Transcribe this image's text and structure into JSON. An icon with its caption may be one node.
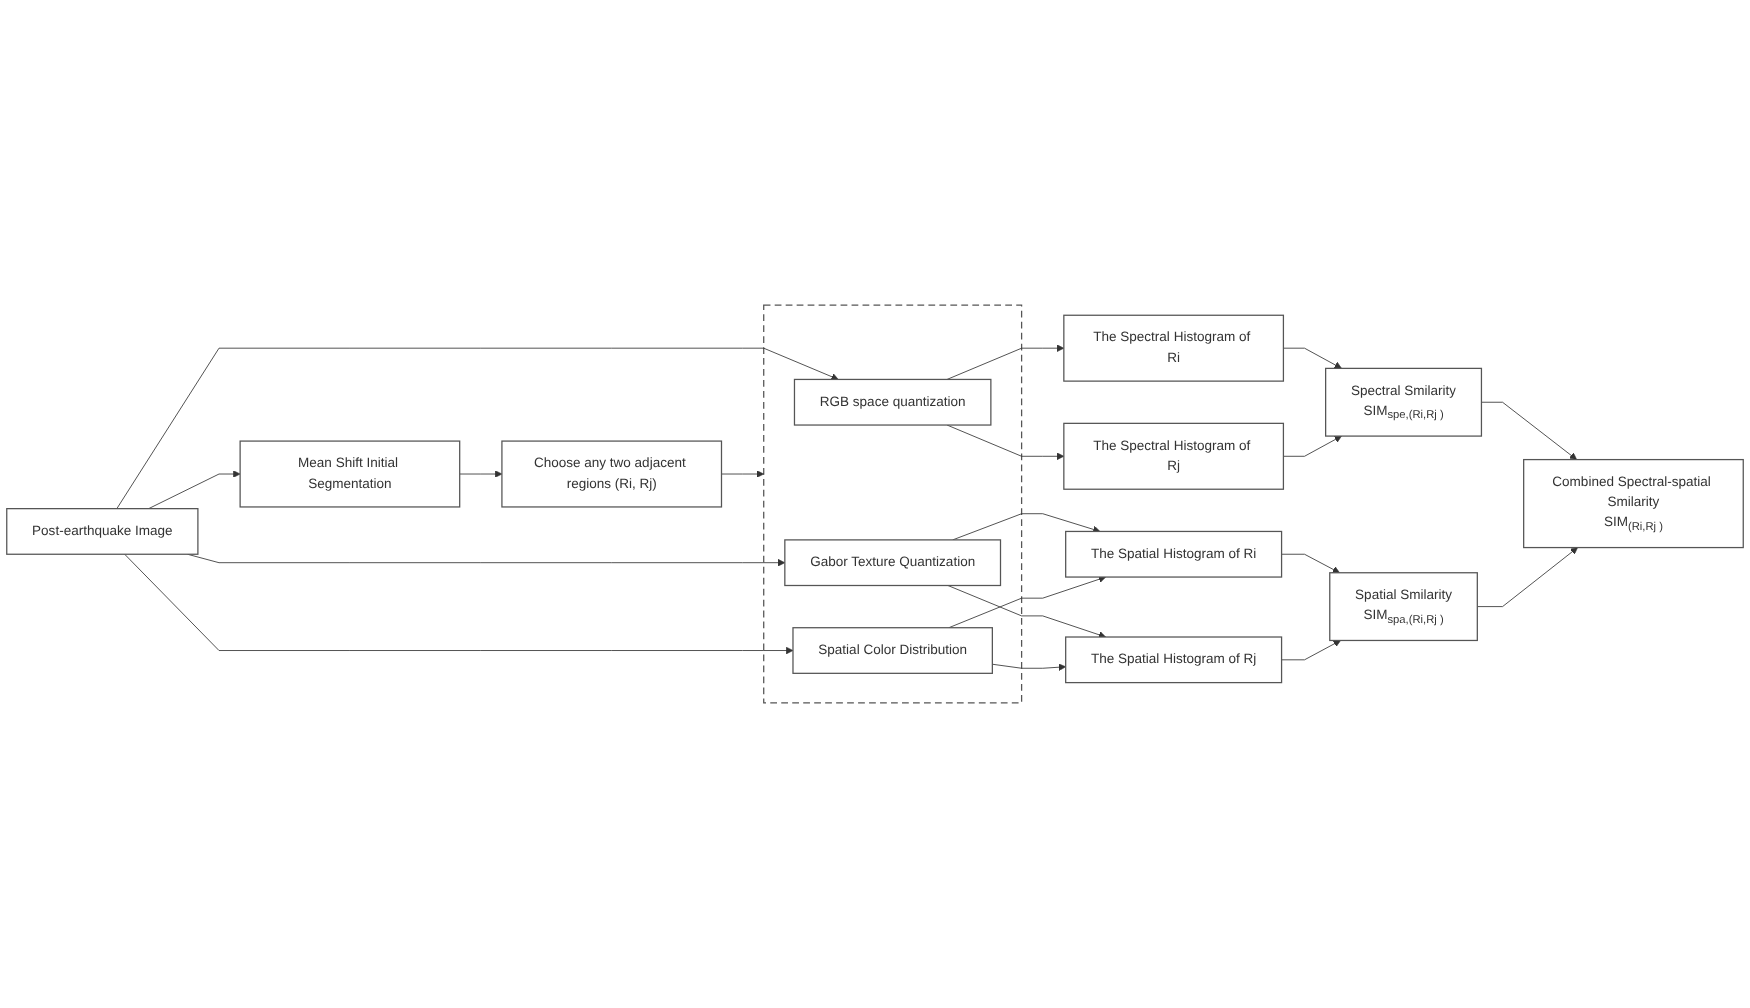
{
  "diagram": {
    "nodes": [
      {
        "text": [
          "Post-earthquake Image"
        ]
      },
      {
        "text": [
          "Mean Shift Initial Segmentation"
        ]
      },
      {
        "text": [
          "Choose any two adjacent regions (Ri, Rj)"
        ]
      },
      {
        "text": [],
        "shape": "box"
      },
      {
        "text": [
          "RGB space quantization"
        ],
        "in": 3
      },
      {
        "text": [
          "Gabor Texture Quantization"
        ],
        "in": 3
      },
      {
        "text": [
          "Spatial Color Distribution"
        ],
        "in": 3
      },
      {
        "text": [
          "The Spectral Histogram of Ri"
        ]
      },
      {
        "text": [
          "The Spectral Histogram of Rj"
        ]
      },
      {
        "text": [
          "The Spatial Histogram of Ri"
        ]
      },
      {
        "text": [
          "The Spatial Histogram of Rj"
        ]
      },
      {
        "text": [
          "Spectral Smilarity",
          "SIM$_{spe,(Ri,Rj )}$"
        ]
      },
      {
        "text": [
          "Spatial Smilarity",
          "SIM$_{spa,(Ri,Rj )}$"
        ]
      },
      {
        "text": [
          "Combined Spectral-spatial Smilarity",
          "SIM$_{(Ri,Rj )}$"
        ]
      }
    ],
    "edges": [
      {
        "from": 0,
        "to": 1,
        "arrow": "to"
      },
      {
        "from": 1,
        "to": 2,
        "arrow": "to"
      },
      {
        "from": 0,
        "to": 4,
        "arrow": "to"
      },
      {
        "from": 0,
        "to": 5,
        "arrow": "to"
      },
      {
        "from": 0,
        "to": 6,
        "arrow": "to"
      },
      {
        "from": 2,
        "to": 3,
        "arrow": "to"
      },
      {
        "from": 4,
        "to": 7,
        "arrow": "to"
      },
      {
        "from": 4,
        "to": 8,
        "arrow": "to"
      },
      {
        "from": 5,
        "to": 9,
        "arrow": "to"
      },
      {
        "from": 5,
        "to": 10,
        "arrow": "to"
      },
      {
        "from": 6,
        "to": 9,
        "arrow": "to"
      },
      {
        "from": 6,
        "to": 10,
        "arrow": "to"
      },
      {
        "from": 7,
        "to": 11,
        "arrow": "to"
      },
      {
        "from": 8,
        "to": 11,
        "arrow": "to"
      },
      {
        "from": 9,
        "to": 12,
        "arrow": "to"
      },
      {
        "from": 10,
        "to": 12,
        "arrow": "to"
      },
      {
        "from": 11,
        "to": 13,
        "arrow": "to"
      },
      {
        "from": 12,
        "to": 13,
        "arrow": "to"
      }
    ]
  }
}
